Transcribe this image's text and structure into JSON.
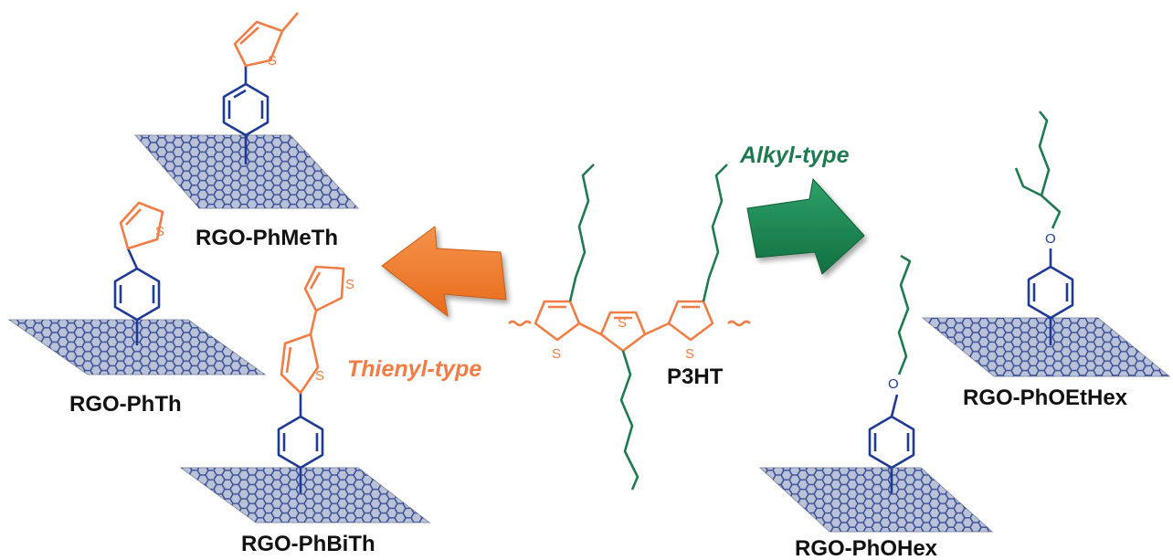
{
  "labels": {
    "rgo_phmeth": "RGO-PhMeTh",
    "rgo_phth": "RGO-PhTh",
    "rgo_phbith": "RGO-PhBiTh",
    "rgo_phohex": "RGO-PhOHex",
    "rgo_phoethex": "RGO-PhOEtHex",
    "p3ht": "P3HT",
    "thienyl_type": "Thienyl-type",
    "alkyl_type": "Alkyl-type"
  },
  "atoms": {
    "sulfur": "S",
    "oxygen": "O"
  },
  "colors": {
    "thiophene": "#ef7d45",
    "phenyl": "#1f3a93",
    "alkyl": "#1f7a4f",
    "sheet_fill": "#b9c2d6",
    "sheet_line": "#2a3f8f",
    "thienyl_arrow": "#ef7d2e",
    "alkyl_arrow": "#1a8a55",
    "text": "#111111"
  },
  "icons": {
    "thienyl_arrow": "arrow-left-icon",
    "alkyl_arrow": "arrow-right-icon"
  }
}
